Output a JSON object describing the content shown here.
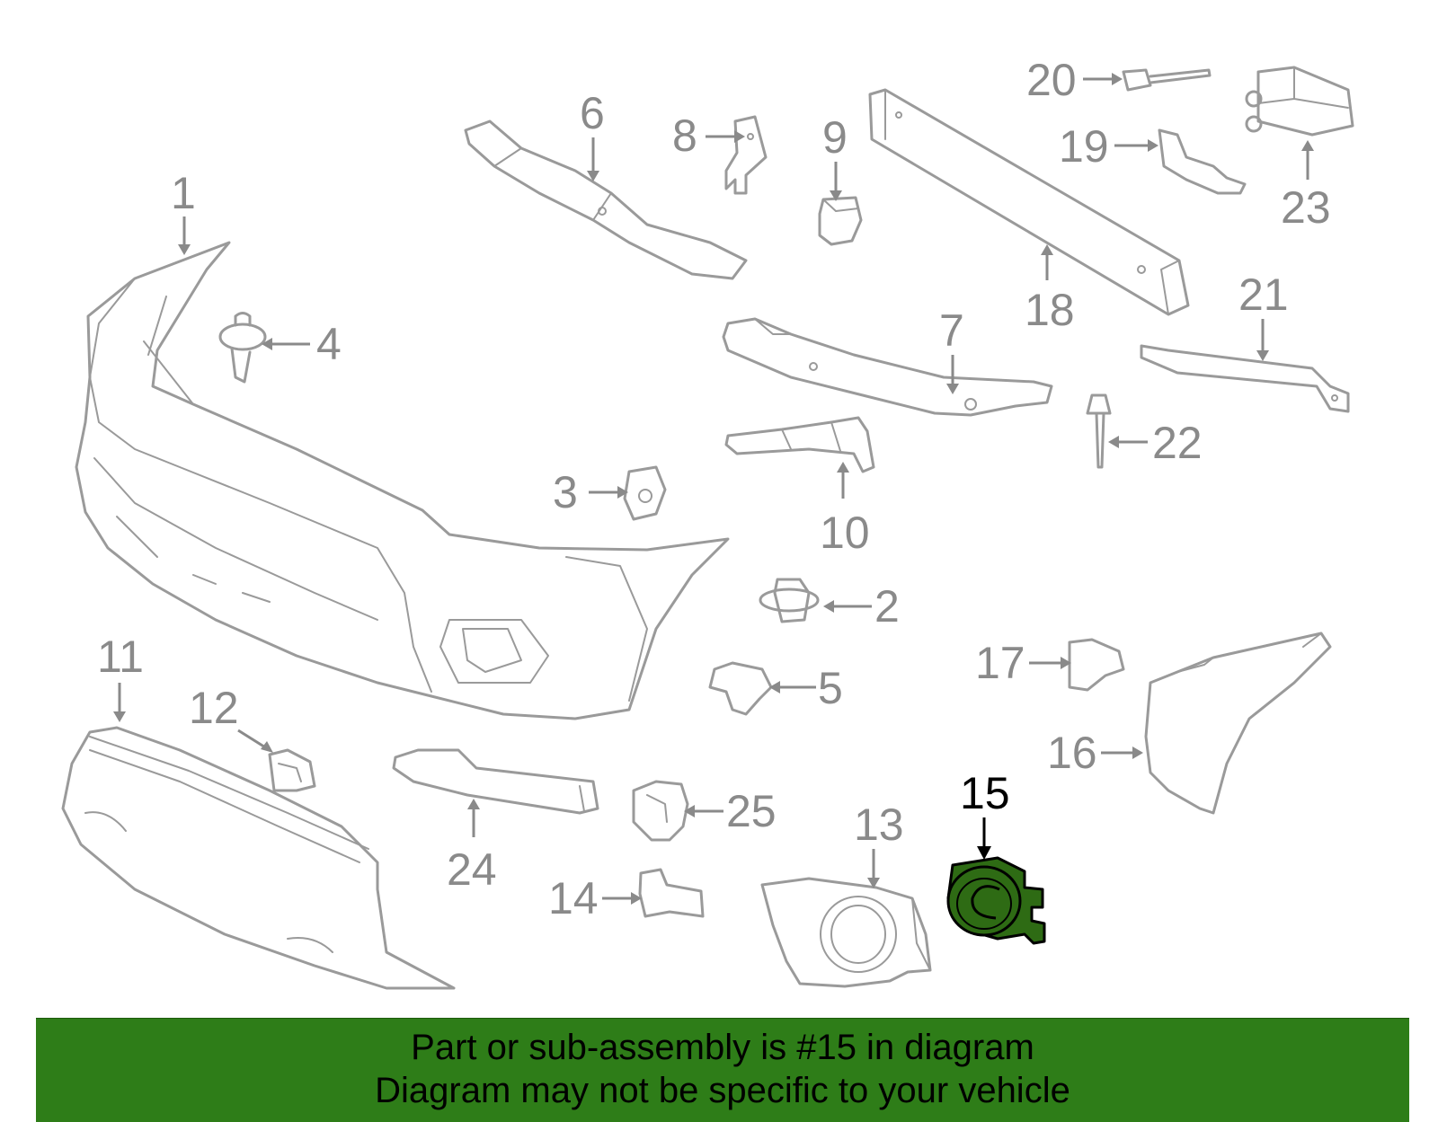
{
  "callouts": {
    "c1": "1",
    "c2": "2",
    "c3": "3",
    "c4": "4",
    "c5": "5",
    "c6": "6",
    "c7": "7",
    "c8": "8",
    "c9": "9",
    "c10": "10",
    "c11": "11",
    "c12": "12",
    "c13": "13",
    "c14": "14",
    "c15": "15",
    "c16": "16",
    "c17": "17",
    "c18": "18",
    "c19": "19",
    "c20": "20",
    "c21": "21",
    "c22": "22",
    "c23": "23",
    "c24": "24",
    "c25": "25"
  },
  "highlight": {
    "part": "15",
    "color": "#2e6b14"
  },
  "banner": {
    "line1": "Part or sub-assembly is #15 in diagram",
    "line2": "Diagram may not be specific to your vehicle",
    "color": "#2e7d18"
  }
}
